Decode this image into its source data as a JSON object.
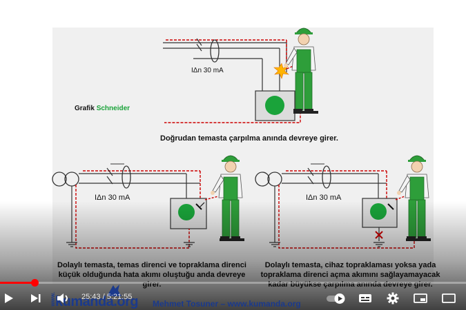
{
  "slide": {
    "graphic_label": "Grafik",
    "graphic_brand": "Schneider",
    "top_rcd_label": "IΔn 30 mA",
    "top_caption": "Doğrudan temasta çarpılma anında devreye girer.",
    "left_rcd_label": "IΔn 30 mA",
    "left_caption_1": "Dolaylı temasta, temas direnci ve topraklama direnci",
    "left_caption_2": "küçük olduğunda hata akımı oluştuğu anda devreye",
    "left_caption_3": "girer.",
    "right_rcd_label": "IΔn 30 mA",
    "right_caption_1": "Dolaylı temasta, cihaz topraklaması yoksa yada",
    "right_caption_2": "topraklama direnci açma akımını sağlayamayacak",
    "right_caption_3": "kadar büyükse çarpılma anında devreye girer."
  },
  "watermark": {
    "www": "www.",
    "site": "kumanda.org",
    "author_line": "Mehmet Tosuner – www.kumanda.org"
  },
  "player": {
    "current_time": "25:43",
    "separator": " / ",
    "duration": "5:21:55",
    "progress_fraction": 0.074,
    "icons": [
      "play-icon",
      "next-icon",
      "volume-icon",
      "autoplay-toggle",
      "subtitles-icon",
      "settings-gear-icon",
      "miniplayer-icon",
      "fullscreen-icon"
    ]
  },
  "colors": {
    "progress": "#ff0000",
    "brand_green": "#1aa33a",
    "worker_green": "#2e9e3a",
    "wire_red": "#cc0000",
    "watermark_blue": "#1b3a8c"
  }
}
